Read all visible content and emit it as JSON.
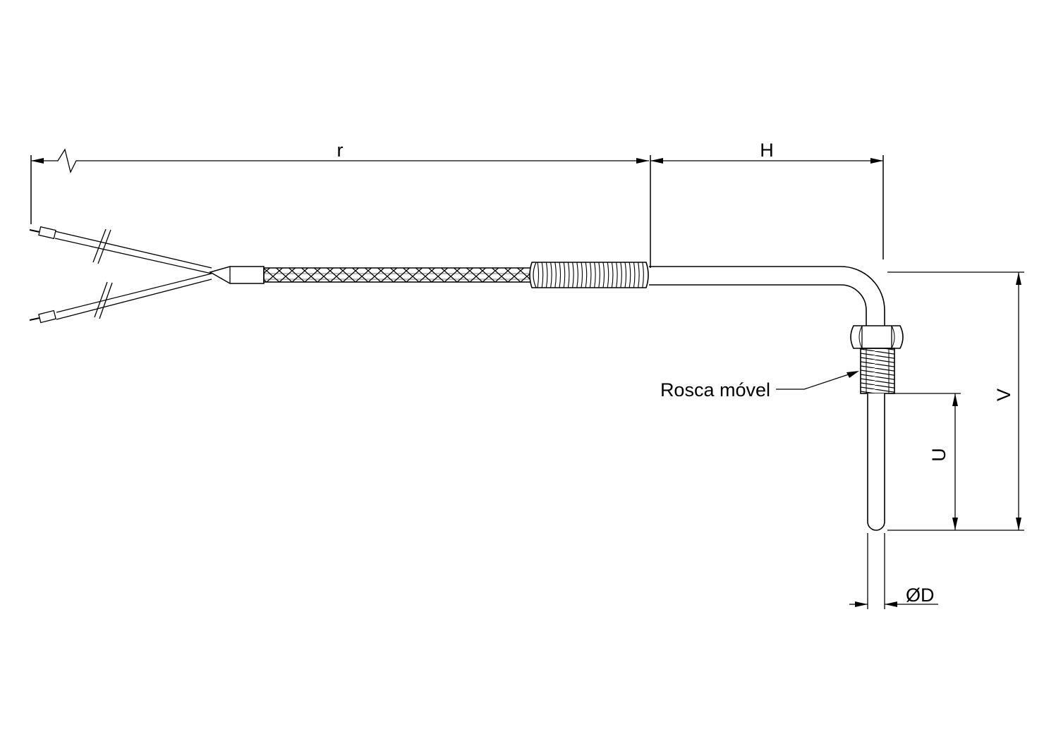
{
  "dimensions": {
    "r": "r",
    "H": "H",
    "V": "V",
    "U": "U",
    "D": "ØD"
  },
  "callouts": {
    "thread": "Rosca móvel"
  },
  "colors": {
    "line": "#000000",
    "background": "#ffffff"
  }
}
